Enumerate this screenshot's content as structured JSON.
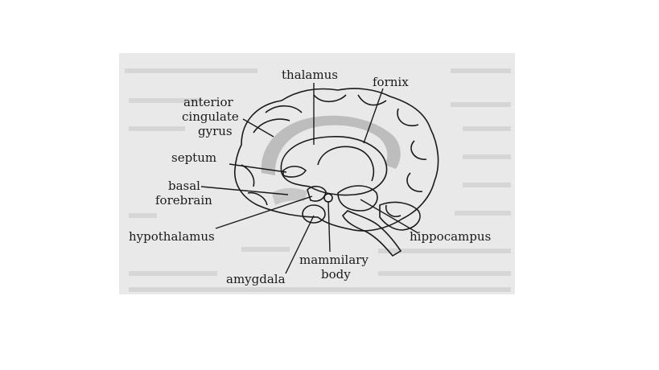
{
  "labels": {
    "thalamus": "thalamus",
    "fornix": "fornix",
    "anterior_cingulate_gyrus": [
      "anterior",
      "cingulate",
      "gyrus"
    ],
    "septum": "septum",
    "basal_forebrain": [
      "basal",
      "forebrain"
    ],
    "hypothalamus": "hypothalamus",
    "amygdala": "amygdala",
    "mammillary_body": [
      "mammilary",
      "body"
    ],
    "hippocampus": "hippocampus"
  }
}
